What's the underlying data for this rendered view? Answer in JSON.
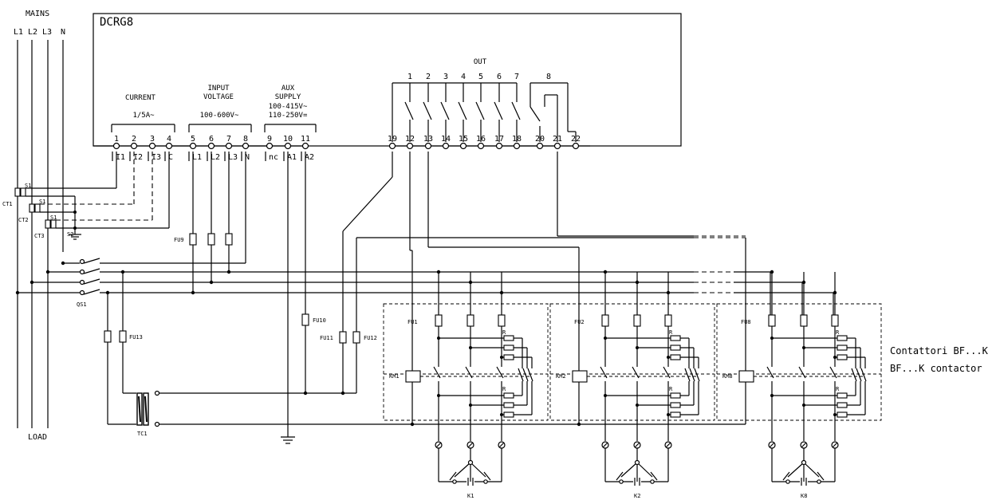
{
  "title": "DCRG8",
  "mains_label": "MAINS",
  "load_label": "LOAD",
  "phases": [
    "L1",
    "L2",
    "L3",
    "N"
  ],
  "current_group": {
    "title": "CURRENT",
    "rating": "1/5A~",
    "numbers": [
      "1",
      "2",
      "3",
      "4"
    ],
    "labels": [
      "I1",
      "I2",
      "I3",
      "C"
    ]
  },
  "voltage_group": {
    "title_line1": "INPUT",
    "title_line2": "VOLTAGE",
    "rating": "100-600V~",
    "numbers": [
      "5",
      "6",
      "7",
      "8"
    ],
    "labels": [
      "L1",
      "L2",
      "L3",
      "N"
    ]
  },
  "aux_group": {
    "title_line1": "AUX",
    "title_line2": "SUPPLY",
    "rating1": "100-415V~",
    "rating2": "110-250V=",
    "numbers": [
      "9",
      "10",
      "11"
    ],
    "labels": [
      "nc",
      "A1",
      "A2"
    ]
  },
  "out_group": {
    "title": "OUT",
    "relay_numbers": [
      "1",
      "2",
      "3",
      "4",
      "5",
      "6",
      "7",
      "8"
    ],
    "terminals": [
      "19",
      "12",
      "13",
      "14",
      "15",
      "16",
      "17",
      "18",
      "20",
      "21",
      "22"
    ]
  },
  "ct_labels": [
    "CT1",
    "CT2",
    "CT3"
  ],
  "ct_s1": "S1",
  "ct_s2": "S2",
  "switch_label": "QS1",
  "transformer_label": "TC1",
  "fuses": {
    "fu9": "FU9",
    "fu10": "FU10",
    "fu11": "FU11",
    "fu12": "FU12",
    "fu13": "FU13"
  },
  "banks": [
    {
      "fuse": "FU1",
      "coil": "KM1",
      "cap": "K1"
    },
    {
      "fuse": "FU2",
      "coil": "KM2",
      "cap": "K2"
    },
    {
      "fuse": "FU8",
      "coil": "KM8",
      "cap": "K8"
    }
  ],
  "resistor_label": "R",
  "contactor_label_it": "Contattori BF...K",
  "contactor_label_en": "BF...K contactor"
}
